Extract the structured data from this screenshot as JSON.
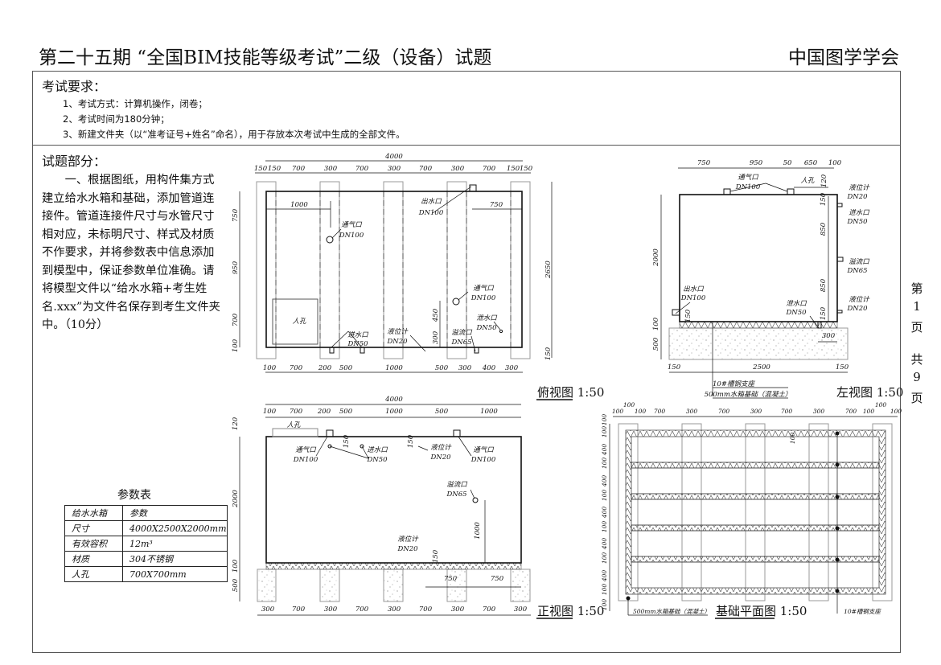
{
  "header": {
    "title": "第二十五期 “全国BIM技能等级考试”二级（设备）试题",
    "org": "中国图学学会"
  },
  "requirements": {
    "heading": "考试要求：",
    "items": [
      "1、考试方式：计算机操作，闭卷；",
      "2、考试时间为180分钟；",
      "3、新建文件夹（以“准考证号+姓名”命名），用于存放本次考试中生成的全部文件。"
    ]
  },
  "question": {
    "heading": "试题部分：",
    "body": "一、根据图纸，用构件集方式建立给水水箱和基础，添加管道连接件。管道连接件尺寸与水管尺寸相对应，未标明尺寸、样式及材质不作要求，并将参数表中信息添加到模型中，保证参数单位准确。请将模型文件以“给水水箱+考生姓名.xxx”为文件名保存到考生文件夹中。（10分）"
  },
  "param_table": {
    "title": "参数表",
    "rows": [
      [
        "给水水箱",
        "参数"
      ],
      [
        "尺寸",
        "4000X2500X2000mm"
      ],
      [
        "有效容积",
        "12m³"
      ],
      [
        "材质",
        "304不锈钢"
      ],
      [
        "人孔",
        "700X700mm"
      ]
    ]
  },
  "page": {
    "p1": "第",
    "p2": "1",
    "p3": "页",
    "p4": "共",
    "p5": "9",
    "p6": "页"
  },
  "top_view": {
    "title": "俯视图 1:50",
    "dims": [
      "4000",
      "150",
      "150",
      "700",
      "300",
      "700",
      "300",
      "700",
      "300",
      "700",
      "150",
      "150",
      "1000",
      "750",
      "100",
      "700",
      "200",
      "500",
      "1000",
      "500",
      "300",
      "400",
      "300",
      "750",
      "950",
      "700",
      "100",
      "2650",
      "150",
      "450",
      "300"
    ],
    "labels": [
      "出水口",
      "DN100",
      "通气口",
      "DN100",
      "通气口",
      "DN100",
      "泄水口",
      "DN50",
      "进水口",
      "DN50",
      "液位计",
      "DN20",
      "溢流口",
      "DN65",
      "人孔"
    ]
  },
  "side_view": {
    "title": "左视图 1:50",
    "dims": [
      "750",
      "950",
      "50",
      "650",
      "100",
      "120",
      "150",
      "850",
      "850",
      "150",
      "2000",
      "100",
      "500",
      "150",
      "300",
      "150",
      "2500",
      "150"
    ],
    "labels": [
      "通气口",
      "DN100",
      "人孔",
      "液位计",
      "DN20",
      "进水口",
      "DN50",
      "溢流口",
      "DN65",
      "液位计",
      "DN20",
      "出水口",
      "DN100",
      "泄水口",
      "DN50",
      "10#槽钢支座",
      "500mm水箱基础（混凝土）"
    ]
  },
  "front_view": {
    "title": "正视图 1:50",
    "dims": [
      "4000",
      "100",
      "700",
      "200",
      "500",
      "1000",
      "500",
      "1000",
      "120",
      "2000",
      "100",
      "500",
      "150",
      "150",
      "1000",
      "150",
      "750",
      "750",
      "300",
      "700",
      "300",
      "700",
      "300",
      "700",
      "300",
      "700",
      "300"
    ],
    "labels": [
      "人孔",
      "通气口",
      "DN100",
      "进水口",
      "DN50",
      "液位计",
      "DN20",
      "通气口",
      "DN100",
      "溢流口",
      "DN65",
      "液位计",
      "DN20"
    ]
  },
  "foundation_plan": {
    "title": "基础平面图 1:50",
    "dims": [
      "100",
      "100",
      "100",
      "700",
      "300",
      "700",
      "300",
      "700",
      "300",
      "700",
      "100",
      "100",
      "100",
      "100",
      "100",
      "400",
      "100",
      "400",
      "100",
      "400",
      "100",
      "400",
      "100",
      "400",
      "100",
      "100",
      "100"
    ],
    "labels": [
      "500mm水箱基础（混凝土）",
      "10#槽钢支座"
    ]
  }
}
